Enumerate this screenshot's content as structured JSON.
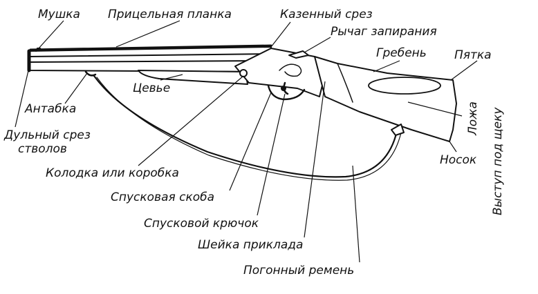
{
  "labels": {
    "mushka": "Мушка",
    "pritselnaya_planka": "Прицельная планка",
    "kazenny_srez": "Казенный срез",
    "rychag_zapiraniya": "Рычаг запирания",
    "greben": "Гребень",
    "pyatka": "Пятка",
    "tsevye": "Цевье",
    "antabka": "Антабка",
    "dulny_srez_line1": "Дульный срез",
    "dulny_srez_line2": "стволов",
    "lozha": "Ложа",
    "vystup_pod_scheku": "Выступ под щеку",
    "nosok": "Носок",
    "kolodka": "Колодка или коробка",
    "spuskovaya_skoba": "Спусковая скоба",
    "spuskovoy_kryuchok": "Спусковой крючок",
    "sheyka_priklada": "Шейка приклада",
    "pogonny_remen": "Погонный ремень"
  }
}
